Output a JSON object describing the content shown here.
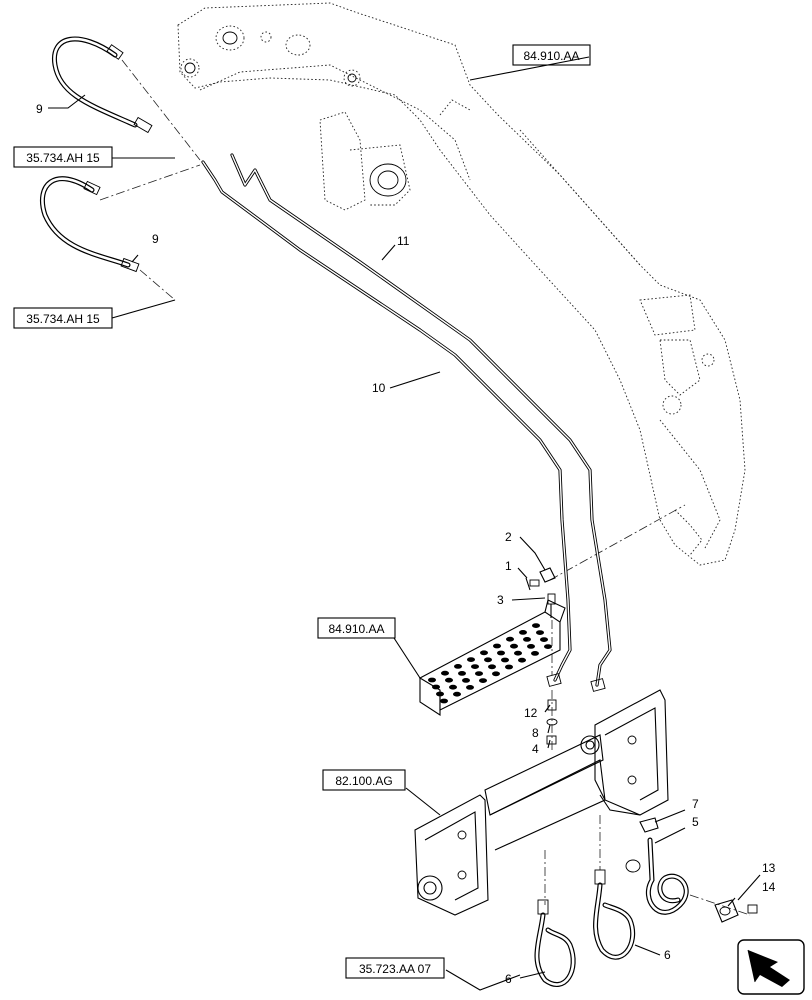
{
  "callouts": {
    "c1": "1",
    "c2": "2",
    "c3": "3",
    "c4": "4",
    "c5": "5",
    "c6a": "6",
    "c6b": "6",
    "c7": "7",
    "c8": "8",
    "c9a": "9",
    "c9b": "9",
    "c10": "10",
    "c11": "11",
    "c12": "12",
    "c13": "13",
    "c14": "14"
  },
  "references": {
    "boom": "84.910.AA",
    "step": "84.910.AA",
    "mount": "82.100.AG",
    "conn_top": "35.734.AH 15",
    "conn_mid": "35.734.AH 15",
    "conn_bottom": "35.723.AA 07"
  },
  "icons": {
    "corner": "navigation-arrow-icon"
  }
}
